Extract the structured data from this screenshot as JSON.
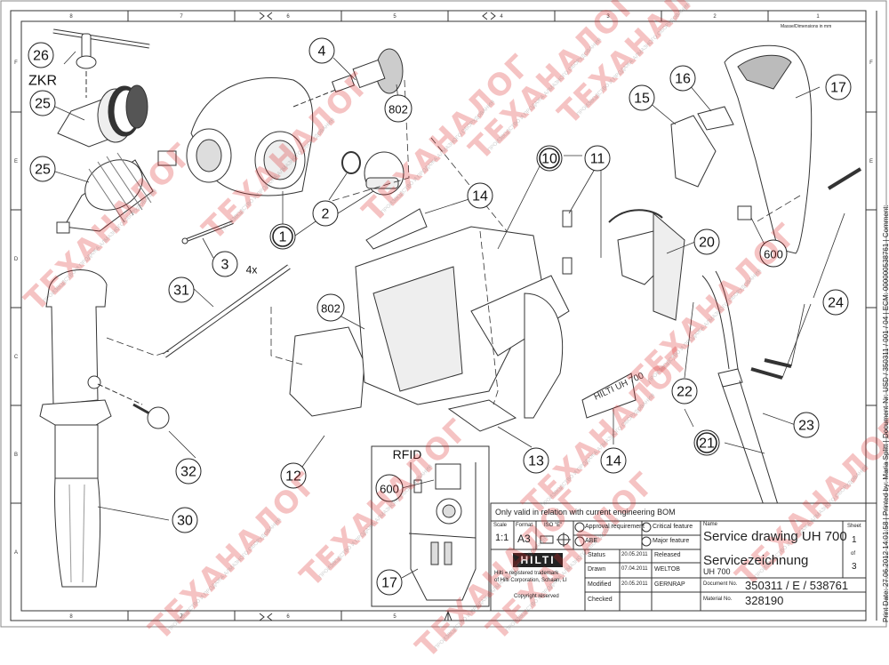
{
  "drawing": {
    "title": "Service drawing UH 700",
    "title_de": "Servicezeichnung",
    "model": "UH 700",
    "units_note": "Masse/Dimensions in mm",
    "bom_note": "Only valid in relation with current engineering BOM",
    "side_stamp": "Print Date: 27.06.2012 14:01:58 | Printed by: Maria Splitt | Document-Nr: USD / 350311 / 001 / 04 | ECM: 000000538761 | Comment:"
  },
  "grid": {
    "columns": [
      "8",
      "7",
      "6",
      "5",
      "4",
      "3",
      "2",
      "1"
    ],
    "rows": [
      "F",
      "E",
      "D",
      "C",
      "B",
      "A"
    ]
  },
  "callouts": [
    {
      "id": "26",
      "label": "26"
    },
    {
      "id": "zkr",
      "label": "ZKR"
    },
    {
      "id": "25a",
      "label": "25"
    },
    {
      "id": "25b",
      "label": "25"
    },
    {
      "id": "4",
      "label": "4"
    },
    {
      "id": "802a",
      "label": "802"
    },
    {
      "id": "1",
      "label": "1"
    },
    {
      "id": "2",
      "label": "2"
    },
    {
      "id": "3",
      "label": "3"
    },
    {
      "id": "3qty",
      "label": "4x"
    },
    {
      "id": "31",
      "label": "31"
    },
    {
      "id": "32",
      "label": "32"
    },
    {
      "id": "30",
      "label": "30"
    },
    {
      "id": "802b",
      "label": "802"
    },
    {
      "id": "12",
      "label": "12"
    },
    {
      "id": "14a",
      "label": "14"
    },
    {
      "id": "10",
      "label": "10"
    },
    {
      "id": "11",
      "label": "11"
    },
    {
      "id": "15",
      "label": "15"
    },
    {
      "id": "16",
      "label": "16"
    },
    {
      "id": "17a",
      "label": "17"
    },
    {
      "id": "20",
      "label": "20"
    },
    {
      "id": "600a",
      "label": "600"
    },
    {
      "id": "24",
      "label": "24"
    },
    {
      "id": "22",
      "label": "22"
    },
    {
      "id": "23",
      "label": "23"
    },
    {
      "id": "21",
      "label": "21"
    },
    {
      "id": "13",
      "label": "13"
    },
    {
      "id": "14b",
      "label": "14"
    },
    {
      "id": "600b",
      "label": "600"
    },
    {
      "id": "17b",
      "label": "17"
    }
  ],
  "rfid_box": {
    "title": "RFID"
  },
  "title_block": {
    "scale_label": "Scale",
    "scale_value": "1:1",
    "format_label": "Format",
    "format_value": "A3",
    "iso_label": "ISO \"E\"",
    "approval": "Approval requirement",
    "abe": "ABE",
    "critical": "Critical feature",
    "major": "Major feature",
    "name_label": "Name",
    "sheet_label": "Sheet",
    "sheet_num": "1",
    "of_label": "of",
    "sheet_total": "3",
    "brand": "HILTI",
    "trademark_1": "Hilti = registered trademark",
    "trademark_2": "of Hilti Corporation, Schaan, LI",
    "copyright": "Copyright reserved",
    "rows": [
      {
        "label": "Status",
        "date": "20.05.2011",
        "who": "Released"
      },
      {
        "label": "Drawn",
        "date": "07.04.2011",
        "who": "WELTOB"
      },
      {
        "label": "Modified",
        "date": "20.05.2011",
        "who": "GERNRAP"
      },
      {
        "label": "Checked",
        "date": "",
        "who": ""
      }
    ],
    "doc_label": "Document No.",
    "doc_value": "350311 / E / 538761",
    "mat_label": "Material No.",
    "mat_value": "328190"
  },
  "watermark": {
    "text": "ТЕХАНАЛОГ",
    "subtext": "ПРОИЗВОДСТВО И ПРОДАЖА АЛМАЗНОГО ОБОРУДОВАНИЯ"
  }
}
